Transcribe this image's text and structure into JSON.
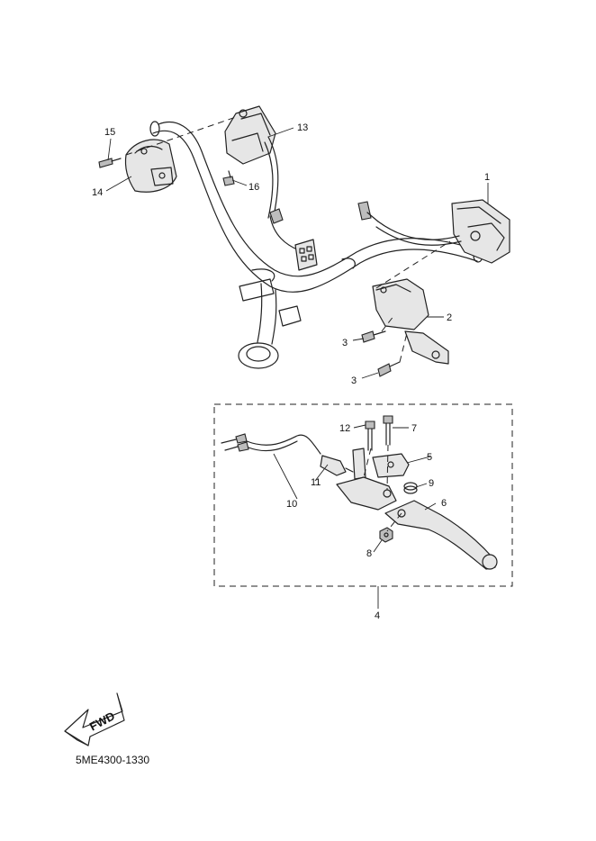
{
  "callouts": [
    {
      "id": "1",
      "text": "1"
    },
    {
      "id": "2",
      "text": "2"
    },
    {
      "id": "3a",
      "text": "3"
    },
    {
      "id": "3b",
      "text": "3"
    },
    {
      "id": "4",
      "text": "4"
    },
    {
      "id": "5",
      "text": "5"
    },
    {
      "id": "6",
      "text": "6"
    },
    {
      "id": "7",
      "text": "7"
    },
    {
      "id": "8",
      "text": "8"
    },
    {
      "id": "9",
      "text": "9"
    },
    {
      "id": "10",
      "text": "10"
    },
    {
      "id": "11",
      "text": "11"
    },
    {
      "id": "12",
      "text": "12"
    },
    {
      "id": "13",
      "text": "13"
    },
    {
      "id": "14",
      "text": "14"
    },
    {
      "id": "15",
      "text": "15"
    },
    {
      "id": "16",
      "text": "16"
    }
  ],
  "fwd_label": "FWD",
  "doc_code": "5ME4300-1330"
}
